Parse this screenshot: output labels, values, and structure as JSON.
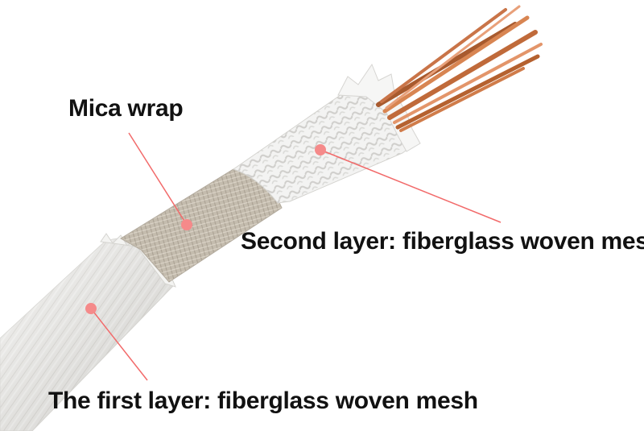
{
  "diagram": {
    "labels": {
      "mica_wrap": "Mica wrap",
      "second_layer": "Second layer: fiberglass woven mesh",
      "first_layer": "The first layer: fiberglass woven mesh"
    }
  },
  "colors": {
    "pointer": "#f26a6a",
    "marker": "#f58a8a",
    "copper": "#c8703f",
    "fiberglass": "#ecebe8",
    "mica": "#c4bcae",
    "text": "#111111"
  }
}
